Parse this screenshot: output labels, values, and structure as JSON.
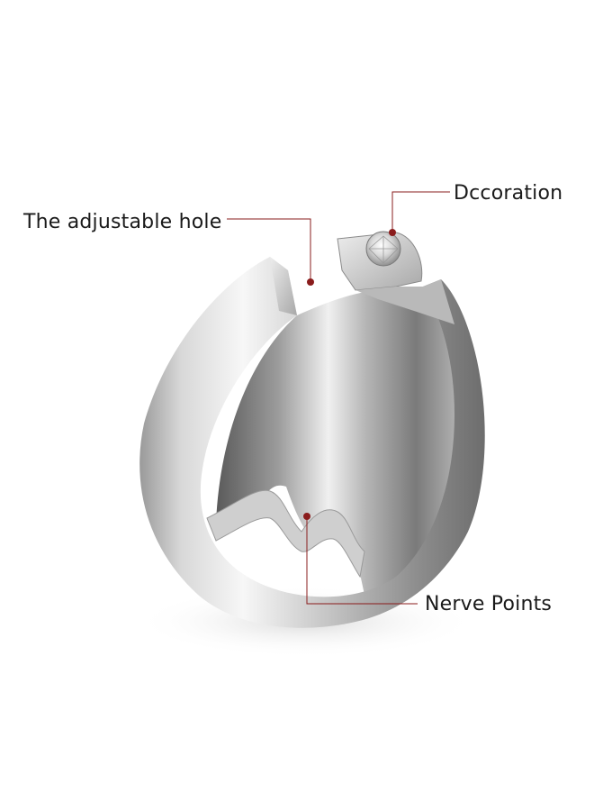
{
  "image": {
    "subject": "ring-product-photo",
    "background_color": "#ffffff",
    "accent_color": "#8a1c1c"
  },
  "callouts": {
    "adjustable_hole": "The adjustable hole",
    "decoration": "Dccoration",
    "nerve_points": "Nerve Points"
  }
}
